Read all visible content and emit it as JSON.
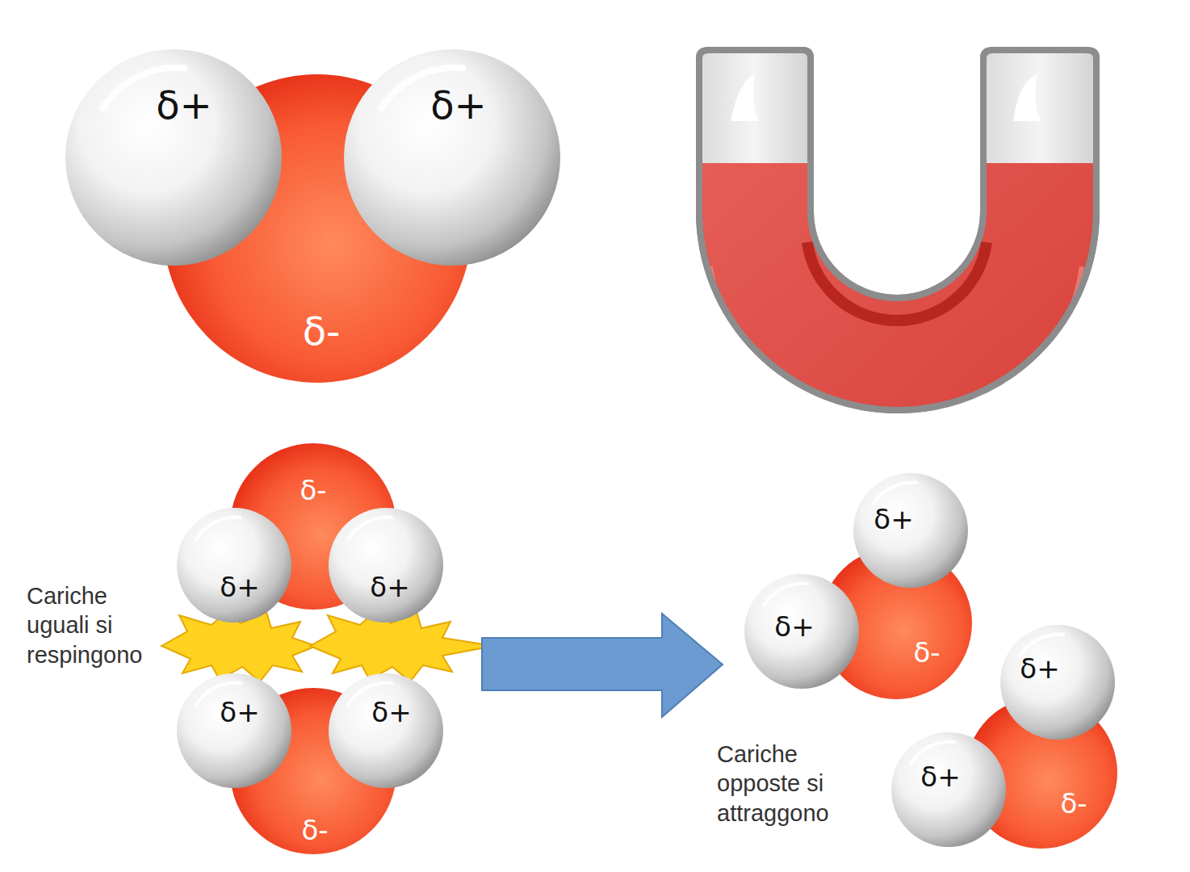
{
  "diagram": {
    "nodes": [
      {
        "text": [
          "δ+"
        ]
      },
      {
        "text": [
          "δ+"
        ]
      },
      {
        "text": [
          "δ-"
        ]
      },
      {
        "text": [
          "δ-"
        ]
      },
      {
        "text": [
          "δ+"
        ]
      },
      {
        "text": [
          "δ+"
        ]
      },
      {
        "text": [
          "δ+"
        ]
      },
      {
        "text": [
          "δ+"
        ]
      },
      {
        "text": [
          "δ-"
        ]
      },
      {
        "text": [
          "δ+"
        ]
      },
      {
        "text": [
          "δ+"
        ]
      },
      {
        "text": [
          "δ-"
        ]
      },
      {
        "text": [
          "δ+"
        ]
      },
      {
        "text": [
          "δ+"
        ]
      },
      {
        "text": [
          "δ-"
        ]
      }
    ],
    "labels": [
      "Cariche uguali si respingono",
      "Cariche opposte si attraggono"
    ]
  }
}
